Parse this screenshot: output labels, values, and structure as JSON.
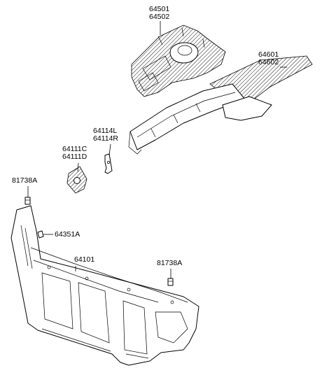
{
  "parts": [
    {
      "id": "fender-apron",
      "lines": [
        "64501",
        "64502"
      ]
    },
    {
      "id": "side-member",
      "lines": [
        "64601",
        "64602"
      ]
    },
    {
      "id": "bracket",
      "lines": [
        "64114L",
        "64114R"
      ]
    },
    {
      "id": "plate",
      "lines": [
        "64111C",
        "64111D"
      ]
    },
    {
      "id": "bolt-left",
      "lines": [
        "81738A"
      ]
    },
    {
      "id": "screw",
      "lines": [
        "64351A"
      ]
    },
    {
      "id": "radiator-support",
      "lines": [
        "64101"
      ]
    },
    {
      "id": "bolt-right",
      "lines": [
        "81738A"
      ]
    }
  ]
}
